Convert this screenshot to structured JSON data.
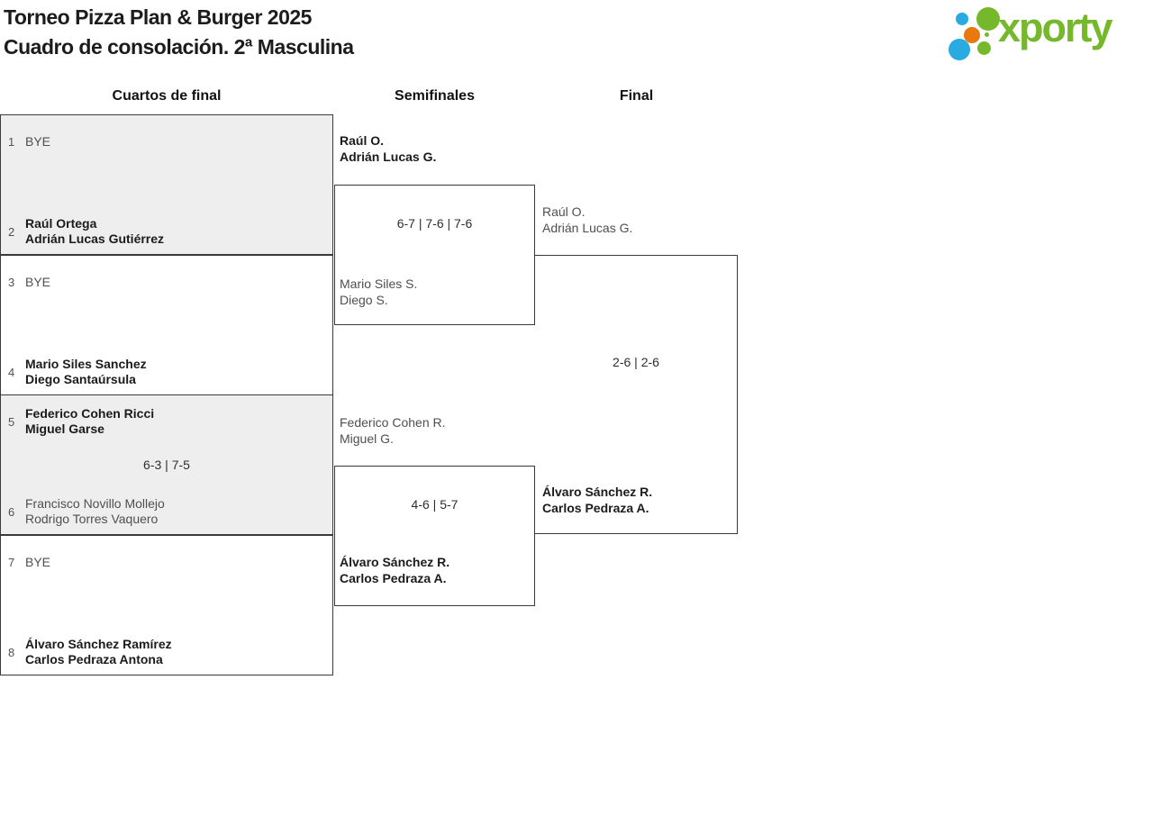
{
  "page": {
    "title_line1": "Torneo Pizza Plan & Burger 2025",
    "title_line2": "Cuadro de consolación. 2ª Masculina"
  },
  "logo": {
    "text": "xporty",
    "green": "#76b82c",
    "blue": "#29abe2",
    "orange": "#e8790f"
  },
  "columns": {
    "quarterfinals_label": "Cuartos de final",
    "semifinals_label": "Semifinales",
    "final_label": "Final"
  },
  "quarterfinals": [
    {
      "seed_a": "1",
      "team_a": [
        "BYE"
      ],
      "team_a_winner": false,
      "score": "",
      "seed_b": "2",
      "team_b": [
        "Raúl Ortega",
        "Adrián Lucas Gutiérrez"
      ],
      "team_b_winner": true
    },
    {
      "seed_a": "3",
      "team_a": [
        "BYE"
      ],
      "team_a_winner": false,
      "score": "",
      "seed_b": "4",
      "team_b": [
        "Mario Siles Sanchez",
        "Diego Santaúrsula"
      ],
      "team_b_winner": true
    },
    {
      "seed_a": "5",
      "team_a": [
        "Federico Cohen Ricci",
        "Miguel Garse"
      ],
      "team_a_winner": true,
      "score": "6-3 | 7-5",
      "seed_b": "6",
      "team_b": [
        "Francisco Novillo Mollejo",
        "Rodrigo Torres Vaquero"
      ],
      "team_b_winner": false
    },
    {
      "seed_a": "7",
      "team_a": [
        "BYE"
      ],
      "team_a_winner": false,
      "score": "",
      "seed_b": "8",
      "team_b": [
        "Álvaro Sánchez Ramírez",
        "Carlos Pedraza Antona"
      ],
      "team_b_winner": true
    }
  ],
  "semifinals": [
    {
      "team_a": [
        "Raúl O.",
        "Adrián Lucas G."
      ],
      "team_a_winner": true,
      "score": "6-7 | 7-6 | 7-6",
      "team_b": [
        "Mario Siles S.",
        "Diego S."
      ],
      "team_b_winner": false
    },
    {
      "team_a": [
        "Federico Cohen R.",
        "Miguel G."
      ],
      "team_a_winner": false,
      "score": "4-6 | 5-7",
      "team_b": [
        "Álvaro Sánchez R.",
        "Carlos Pedraza A."
      ],
      "team_b_winner": true
    }
  ],
  "final": {
    "team_a": [
      "Raúl O.",
      "Adrián Lucas G."
    ],
    "team_a_winner": false,
    "score": "2-6 | 2-6",
    "team_b": [
      "Álvaro Sánchez R.",
      "Carlos Pedraza A."
    ],
    "team_b_winner": true
  }
}
